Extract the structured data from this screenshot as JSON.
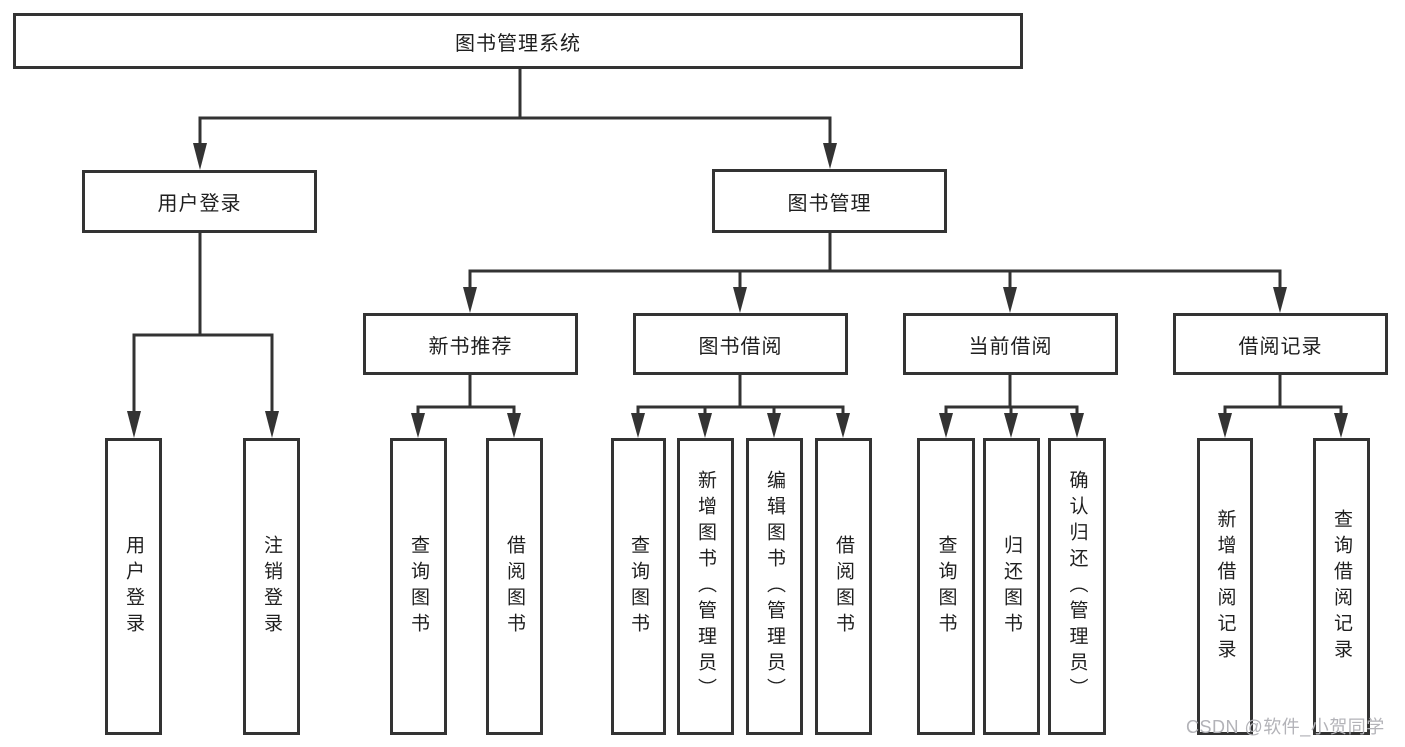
{
  "diagram": {
    "root": {
      "label": "图书管理系统"
    },
    "branches": [
      {
        "label": "用户登录",
        "children": [
          {
            "label": "用户登录"
          },
          {
            "label": "注销登录"
          }
        ]
      },
      {
        "label": "图书管理",
        "groups": [
          {
            "label": "新书推荐",
            "children": [
              {
                "label": "查询图书"
              },
              {
                "label": "借阅图书"
              }
            ]
          },
          {
            "label": "图书借阅",
            "children": [
              {
                "label": "查询图书"
              },
              {
                "label": "新增图书（管理员）"
              },
              {
                "label": "编辑图书（管理员）"
              },
              {
                "label": "借阅图书"
              }
            ]
          },
          {
            "label": "当前借阅",
            "children": [
              {
                "label": "查询图书"
              },
              {
                "label": "归还图书"
              },
              {
                "label": "确认归还（管理员）"
              }
            ]
          },
          {
            "label": "借阅记录",
            "children": [
              {
                "label": "新增借阅记录"
              },
              {
                "label": "查询借阅记录"
              }
            ]
          }
        ]
      }
    ]
  },
  "watermark": {
    "text": "CSDN @软件_小贺同学",
    "color": "#b3b3b8"
  },
  "colors": {
    "line": "#333333",
    "box_border": "#333333",
    "text": "#1f1f1f",
    "background": "#ffffff"
  }
}
